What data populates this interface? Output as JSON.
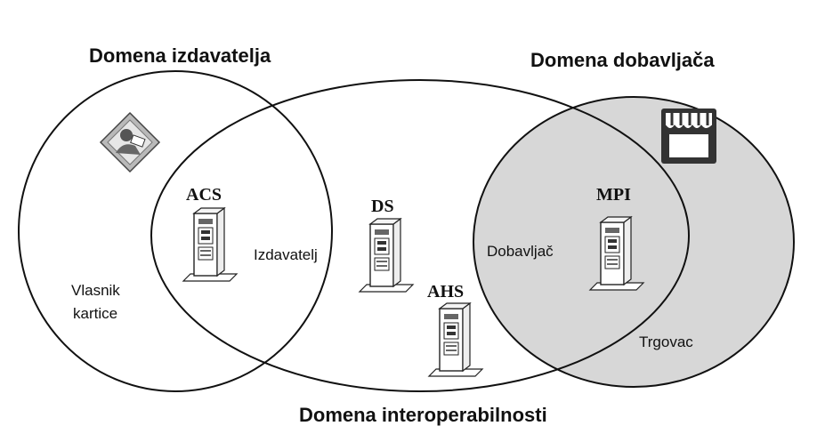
{
  "domains": {
    "issuer": "Domena izdavatelja",
    "acquirer": "Domena dobavljača",
    "interoperability": "Domena interoperabilnosti"
  },
  "servers": {
    "acs": "ACS",
    "ds": "DS",
    "ahs": "AHS",
    "mpi": "MPI"
  },
  "roles": {
    "issuer": "Izdavatelj",
    "acquirer": "Dobavljač",
    "cardholder_line1": "Vlasnik",
    "cardholder_line2": "kartice",
    "merchant": "Trgovac"
  },
  "colors": {
    "acquirer_fill": "#d7d7d7",
    "stroke": "#111111"
  },
  "icons": {
    "cardholder": "cardholder-icon",
    "shop": "shop-icon",
    "server": "server-icon"
  }
}
